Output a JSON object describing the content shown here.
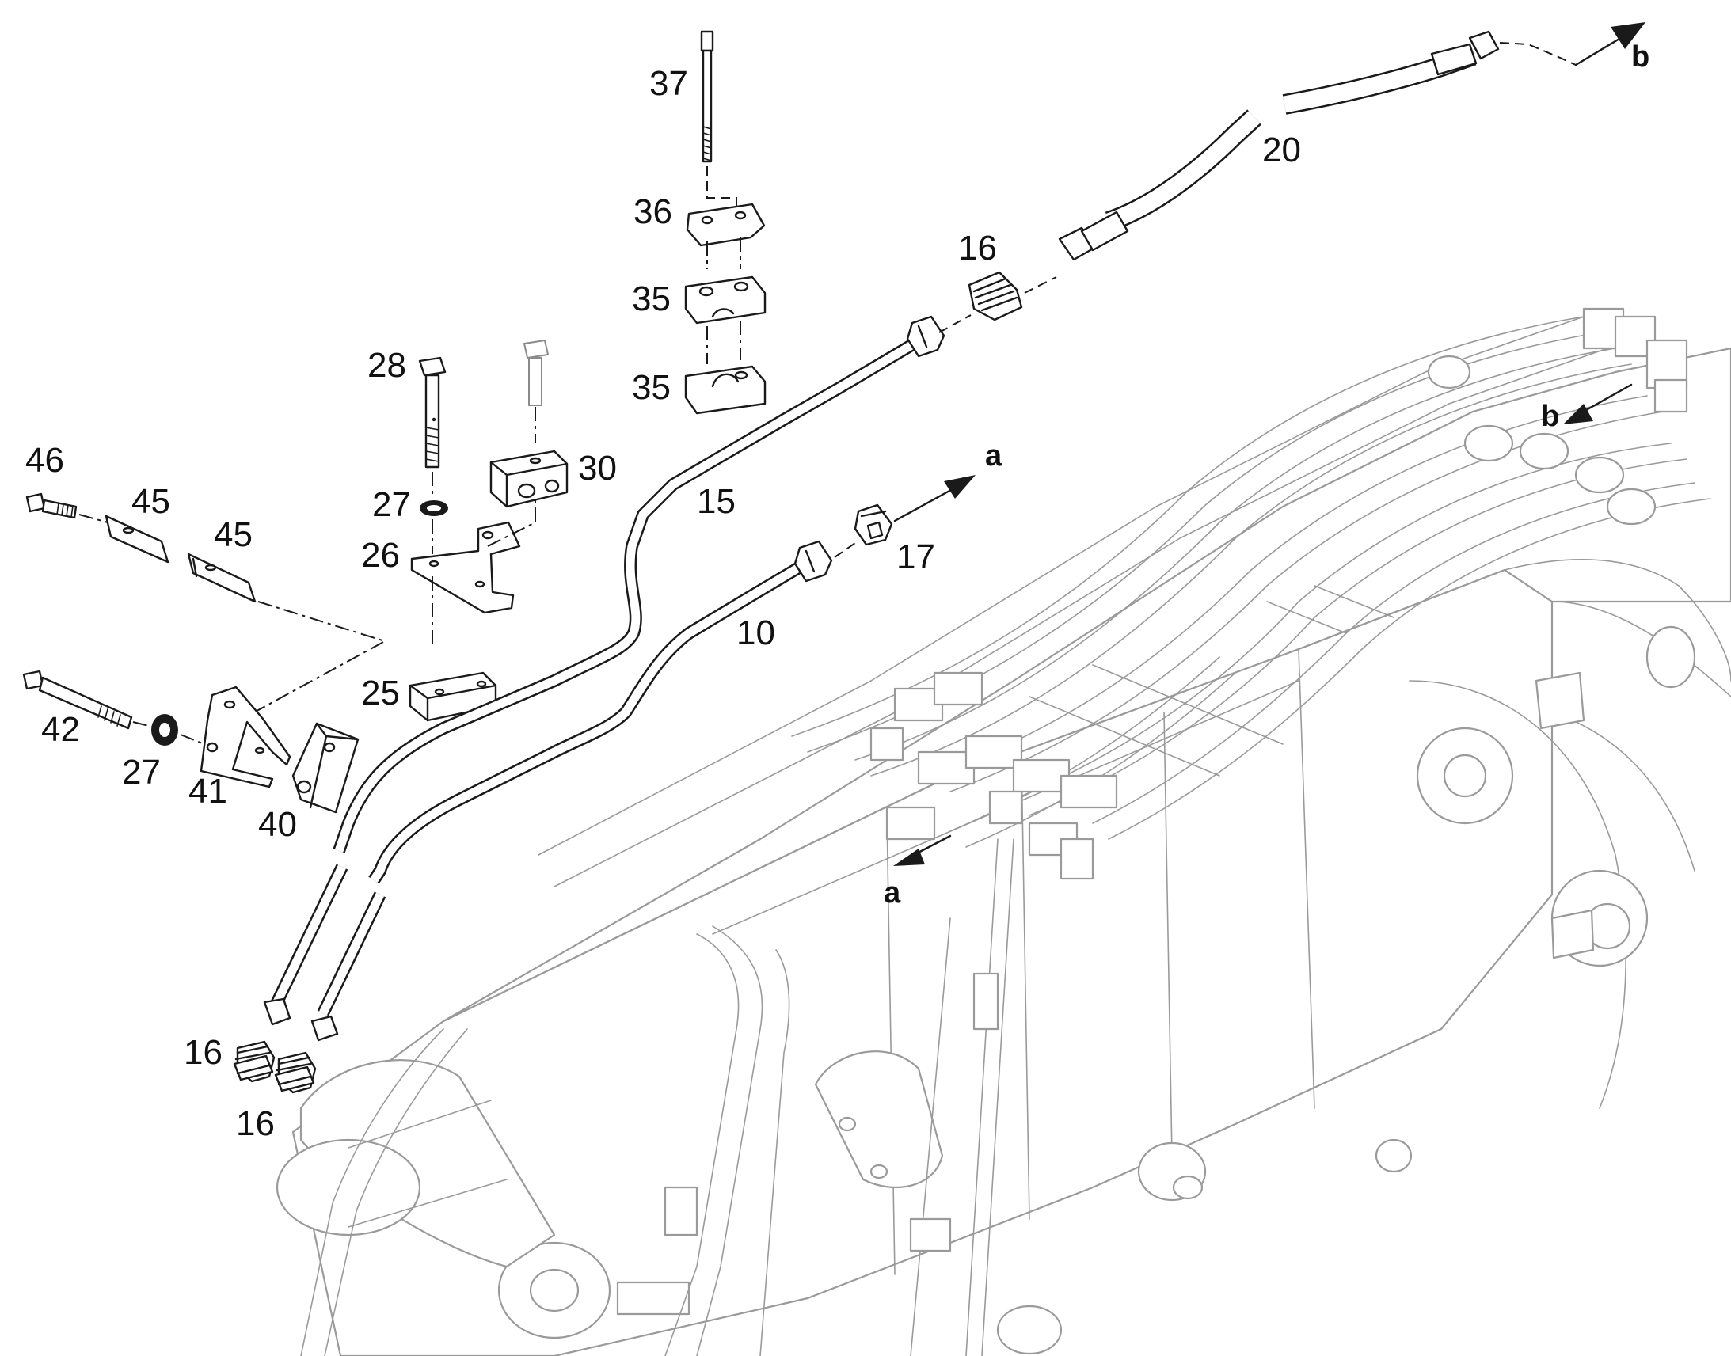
{
  "callouts": {
    "p37": "37",
    "p36": "36",
    "p35a": "35",
    "p35b": "35",
    "p28": "28",
    "p30": "30",
    "p27a": "27",
    "p26": "26",
    "p25": "25",
    "p46": "46",
    "p45a": "45",
    "p45b": "45",
    "p42": "42",
    "p27b": "27",
    "p41": "41",
    "p40": "40",
    "p15": "15",
    "p10": "10",
    "p17": "17",
    "p16a": "16",
    "p16b": "16",
    "p16c": "16",
    "p20": "20"
  },
  "references": {
    "a_top": "a",
    "a_bottom": "a",
    "b_top": "b",
    "b_mid": "b"
  },
  "colors": {
    "line": "#1a1a1a",
    "background_line": "#9a9a9a",
    "background": "#ffffff"
  }
}
